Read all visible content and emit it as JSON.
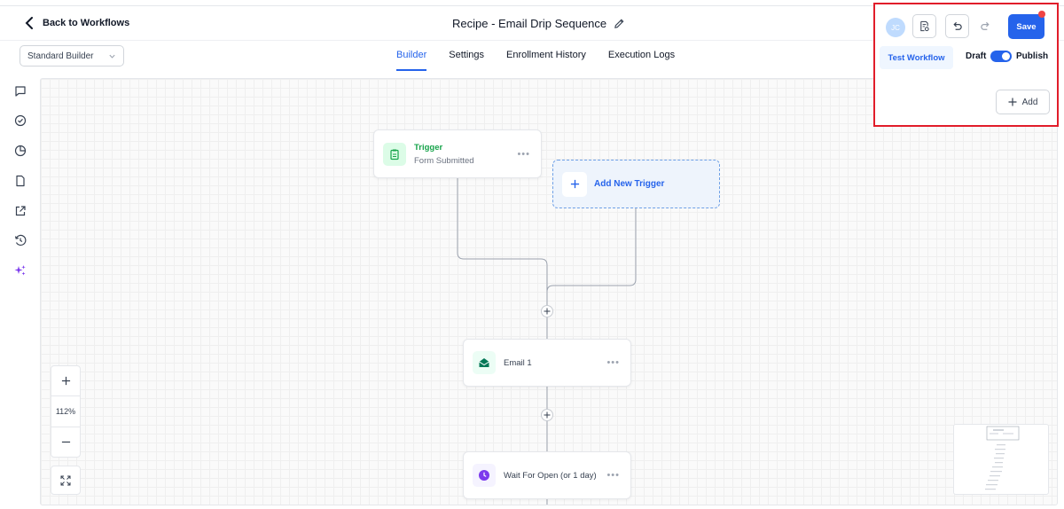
{
  "header": {
    "back_label": "Back to Workflows",
    "title": "Recipe - Email Drip Sequence"
  },
  "subheader": {
    "builder_select": "Standard Builder",
    "tabs": [
      {
        "label": "Builder",
        "active": true
      },
      {
        "label": "Settings",
        "active": false
      },
      {
        "label": "Enrollment History",
        "active": false
      },
      {
        "label": "Execution Logs",
        "active": false
      }
    ]
  },
  "left_rail": {
    "icons": [
      "chat-icon",
      "check-circle-icon",
      "pie-chart-icon",
      "document-icon",
      "external-link-icon",
      "history-icon",
      "sparkles-icon"
    ]
  },
  "canvas": {
    "trigger_node": {
      "title": "Trigger",
      "subtitle": "Form Submitted"
    },
    "add_trigger_label": "Add New Trigger",
    "email_node": {
      "label": "Email 1"
    },
    "wait_node": {
      "label": "Wait For Open (or 1 day)"
    },
    "zoom_level": "112%"
  },
  "top_right_panel": {
    "avatar_initials": "JC",
    "save_label": "Save",
    "test_workflow_label": "Test Workflow",
    "draft_label": "Draft",
    "publish_label": "Publish",
    "toggle_on": true,
    "add_label": "Add"
  },
  "colors": {
    "accent": "#2563eb",
    "trigger_green": "#16a34a",
    "email_green": "#047857",
    "wait_purple": "#7c3aed",
    "highlight_red": "#e11d2a"
  }
}
